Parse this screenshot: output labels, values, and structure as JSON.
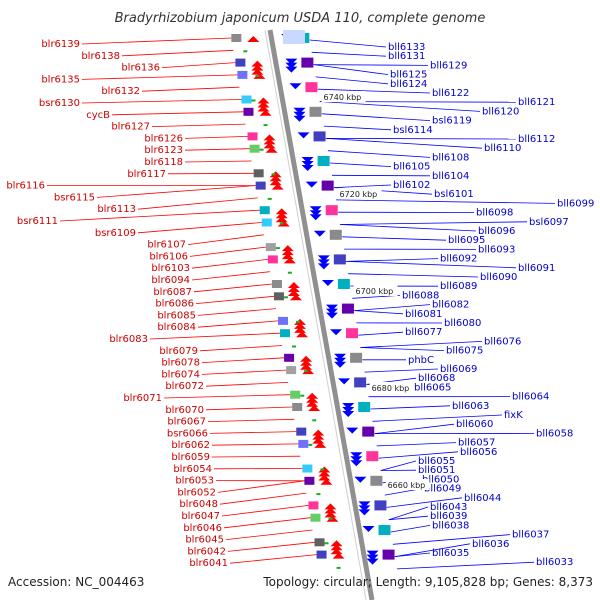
{
  "header": {
    "title": "Bradyrhizobium japonicum USDA 110, complete genome"
  },
  "footer": {
    "accession": "Accession: NC_004463",
    "summary": "Topology: circular; Length: 9,105,828 bp; Genes: 8,373"
  },
  "colors": {
    "forward_strand": "#ff0000",
    "reverse_strand": "#0000ff",
    "backbone": "#909090"
  },
  "markers": [
    {
      "label": "6740 kbp",
      "kbp": 6740
    },
    {
      "label": "6720 kbp",
      "kbp": 6720
    },
    {
      "label": "6700 kbp",
      "kbp": 6700
    },
    {
      "label": "6680 kbp",
      "kbp": 6680
    },
    {
      "label": "6660 kbp",
      "kbp": 6660
    }
  ],
  "left_genes": [
    "blr6139",
    "blr6138",
    "blr6136",
    "blr6135",
    "blr6132",
    "bsr6130",
    "cycB",
    "blr6127",
    "blr6126",
    "blr6123",
    "blr6118",
    "blr6117",
    "blr6116",
    "bsr6115",
    "blr6113",
    "bsr6111",
    "bsr6109",
    "blr6107",
    "blr6106",
    "blr6103",
    "blr6094",
    "blr6087",
    "blr6086",
    "blr6085",
    "blr6084",
    "blr6083",
    "blr6079",
    "blr6078",
    "blr6074",
    "blr6072",
    "blr6071",
    "blr6070",
    "blr6067",
    "bsr6066",
    "blr6062",
    "blr6059",
    "blr6054",
    "blr6053",
    "blr6052",
    "blr6048",
    "blr6047",
    "blr6046",
    "blr6045",
    "blr6042",
    "blr6041"
  ],
  "right_genes": [
    "bll6133",
    "bll6131",
    "bll6129",
    "bll6125",
    "bll6124",
    "bll6122",
    "bll6121",
    "bll6120",
    "bsl6119",
    "bsl6114",
    "bll6112",
    "bll6110",
    "bll6108",
    "bll6105",
    "bll6104",
    "bll6102",
    "bsl6101",
    "bll6099",
    "bll6098",
    "bsl6097",
    "bll6096",
    "bll6095",
    "bll6093",
    "bll6092",
    "bll6091",
    "bll6090",
    "bll6089",
    "bll6088",
    "bll6082",
    "bll6081",
    "bll6080",
    "bll6077",
    "bll6076",
    "bll6075",
    "phbC",
    "bll6069",
    "bll6068",
    "bll6065",
    "bll6064",
    "bll6063",
    "fixK",
    "bll6060",
    "bll6058",
    "bll6057",
    "bll6056",
    "bll6055",
    "bll6051",
    "bll6050",
    "bll6049",
    "bll6044",
    "bll6043",
    "bll6039",
    "bll6038",
    "bll6037",
    "bll6036",
    "bll6035",
    "bll6033"
  ]
}
